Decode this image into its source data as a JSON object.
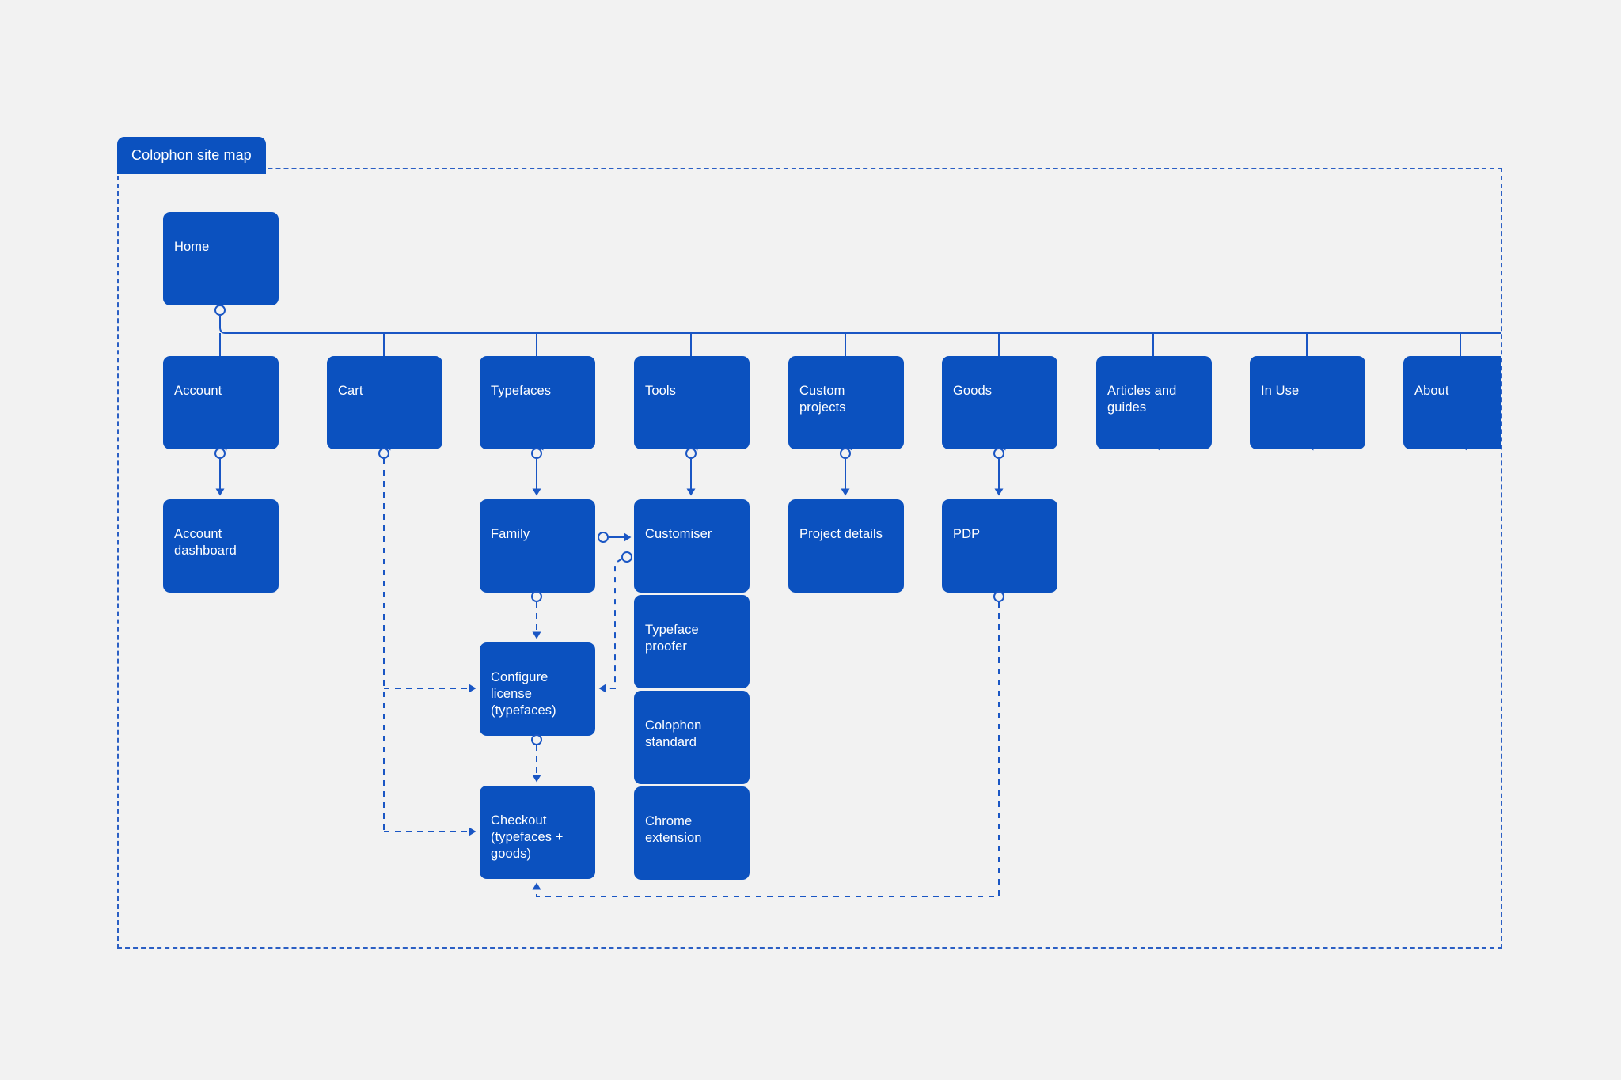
{
  "frame": {
    "title": "Colophon site map",
    "accent_color": "#0B51BF",
    "line_color": "#1a56c4",
    "background_color": "#f2f2f2",
    "text_color": "#ffffff",
    "border_style": "dashed"
  },
  "nodes": {
    "home": {
      "label": "Home"
    },
    "account": {
      "label": "Account"
    },
    "cart": {
      "label": "Cart"
    },
    "typefaces": {
      "label": "Typefaces"
    },
    "tools": {
      "label": "Tools"
    },
    "custom_projects": {
      "label": "Custom projects"
    },
    "goods": {
      "label": "Goods"
    },
    "articles_and_guides": {
      "label": "Articles and guides"
    },
    "in_use": {
      "label": "In Use"
    },
    "about": {
      "label": "About"
    },
    "account_dashboard": {
      "label": "Account dashboard"
    },
    "family": {
      "label": "Family"
    },
    "customiser": {
      "label": "Customiser"
    },
    "project_details": {
      "label": "Project details"
    },
    "pdp": {
      "label": "PDP"
    },
    "typeface_proofer": {
      "label": "Typeface proofer"
    },
    "colophon_standard": {
      "label": "Colophon standard"
    },
    "chrome_extension": {
      "label": "Chrome extension"
    },
    "configure_license": {
      "label": "Configure license\n(typefaces)"
    },
    "checkout": {
      "label": "Checkout\n(typefaces + goods)"
    }
  },
  "chart_data": {
    "type": "diagram",
    "title": "Colophon site map",
    "diagram_kind": "site-map",
    "levels": [
      {
        "level": 1,
        "nodes": [
          "Home"
        ]
      },
      {
        "level": 2,
        "nodes": [
          "Account",
          "Cart",
          "Typefaces",
          "Tools",
          "Custom projects",
          "Goods",
          "Articles and guides",
          "In Use",
          "About"
        ]
      },
      {
        "level": 3,
        "nodes": [
          "Account dashboard",
          "Family",
          "Customiser",
          "Project details",
          "PDP",
          "Typeface proofer",
          "Colophon standard",
          "Chrome extension"
        ]
      },
      {
        "level": 4,
        "nodes": [
          "Configure license (typefaces)",
          "Checkout (typefaces + goods)"
        ]
      }
    ],
    "edges": [
      {
        "from": "Home",
        "to": "Account",
        "style": "solid"
      },
      {
        "from": "Home",
        "to": "Cart",
        "style": "solid"
      },
      {
        "from": "Home",
        "to": "Typefaces",
        "style": "solid"
      },
      {
        "from": "Home",
        "to": "Tools",
        "style": "solid"
      },
      {
        "from": "Home",
        "to": "Custom projects",
        "style": "solid"
      },
      {
        "from": "Home",
        "to": "Goods",
        "style": "solid"
      },
      {
        "from": "Home",
        "to": "Articles and guides",
        "style": "solid"
      },
      {
        "from": "Home",
        "to": "In Use",
        "style": "solid"
      },
      {
        "from": "Home",
        "to": "About",
        "style": "solid"
      },
      {
        "from": "Account",
        "to": "Account dashboard",
        "style": "solid"
      },
      {
        "from": "Typefaces",
        "to": "Family",
        "style": "solid"
      },
      {
        "from": "Tools",
        "to": "Customiser",
        "style": "solid"
      },
      {
        "from": "Custom projects",
        "to": "Project details",
        "style": "solid"
      },
      {
        "from": "Goods",
        "to": "PDP",
        "style": "solid"
      },
      {
        "from": "Family",
        "to": "Customiser",
        "style": "solid"
      },
      {
        "from": "Family",
        "to": "Configure license (typefaces)",
        "style": "dashed"
      },
      {
        "from": "Customiser",
        "to": "Configure license (typefaces)",
        "style": "dashed"
      },
      {
        "from": "Cart",
        "to": "Configure license (typefaces)",
        "style": "dashed"
      },
      {
        "from": "Cart",
        "to": "Checkout (typefaces + goods)",
        "style": "dashed"
      },
      {
        "from": "Configure license (typefaces)",
        "to": "Checkout (typefaces + goods)",
        "style": "dashed"
      },
      {
        "from": "PDP",
        "to": "Checkout (typefaces + goods)",
        "style": "dashed"
      }
    ]
  }
}
